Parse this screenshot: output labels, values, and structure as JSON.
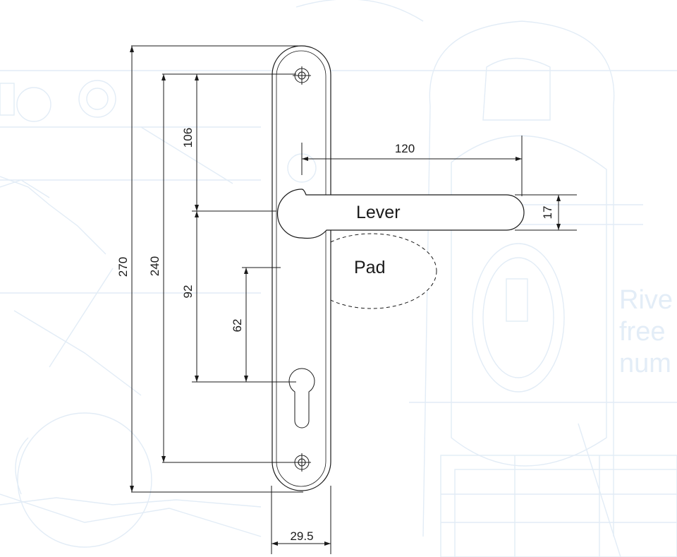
{
  "labels": {
    "lever": "Lever",
    "pad": "Pad"
  },
  "dimensions": {
    "overall_height": "270",
    "fixing_centres": "240",
    "top_fixing_to_lever": "106",
    "lever_to_cylinder": "92",
    "pad_to_cylinder": "62",
    "lever_projection": "120",
    "lever_thickness": "17",
    "plate_width": "29.5"
  },
  "background_text": {
    "line1": "Rive",
    "line2": "free",
    "line3": "num"
  }
}
